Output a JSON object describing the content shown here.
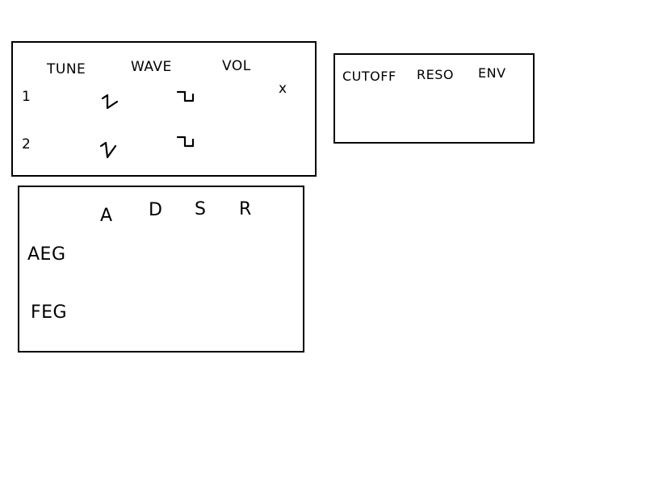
{
  "oscillator": {
    "headers": {
      "tune": "TUNE",
      "wave": "WAVE",
      "vol": "VOL"
    },
    "rows": [
      {
        "label": "1",
        "wave_a_icon": "saw-wave-icon",
        "wave_b_icon": "square-wave-icon"
      },
      {
        "label": "2",
        "wave_a_icon": "saw-wave-icon",
        "wave_b_icon": "square-wave-icon"
      }
    ],
    "close_label": "x"
  },
  "filter": {
    "headers": {
      "cutoff": "CUTOFF",
      "reso": "RESO",
      "env": "ENV"
    }
  },
  "envelope": {
    "headers": {
      "a": "A",
      "d": "D",
      "s": "S",
      "r": "R"
    },
    "rows": [
      {
        "label": "AEG"
      },
      {
        "label": "FEG"
      }
    ]
  }
}
